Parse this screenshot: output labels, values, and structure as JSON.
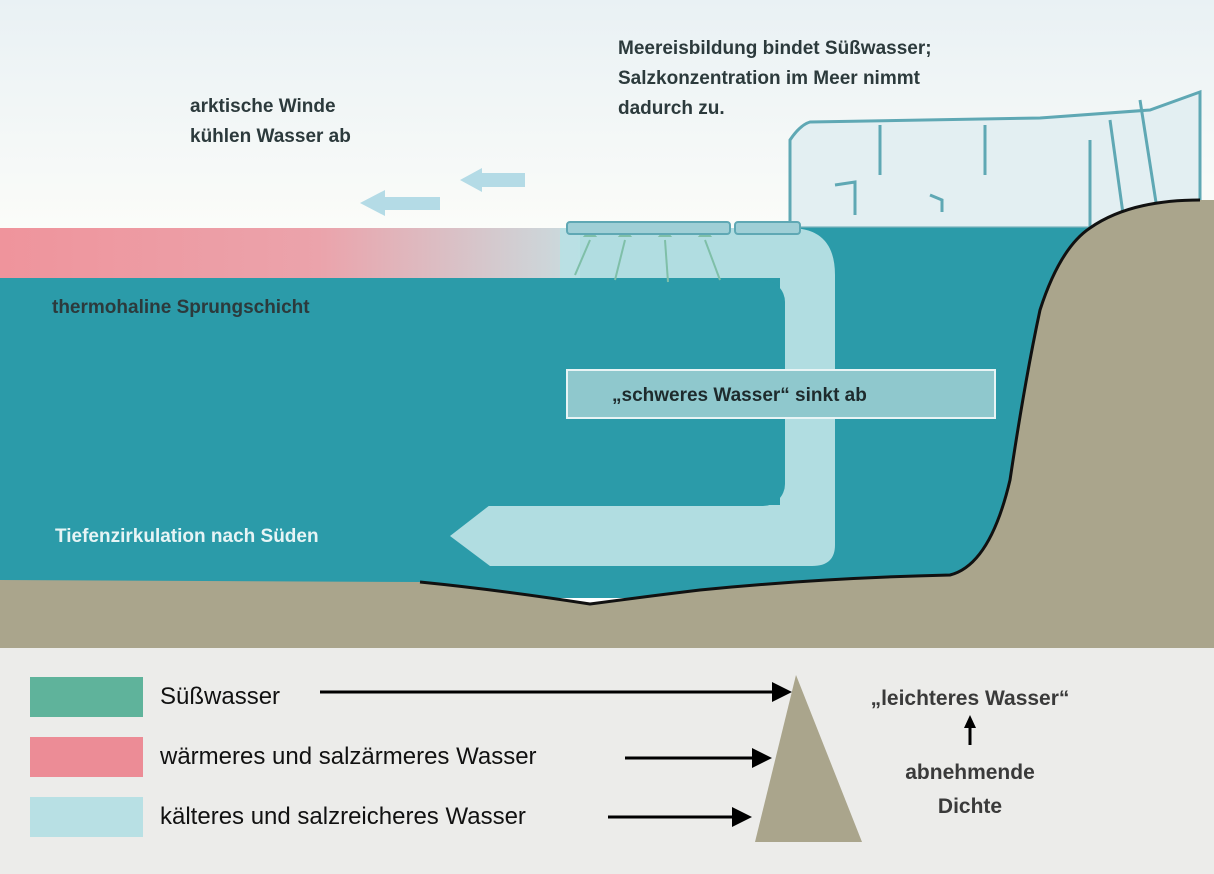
{
  "labels": {
    "winds_line1": "arktische Winde",
    "winds_line2": "kühlen Wasser ab",
    "sea_ice_line1": "Meereisbildung bindet Süßwasser;",
    "sea_ice_line2": "Salzkonzentration im Meer nimmt",
    "sea_ice_line3": "dadurch zu.",
    "thermocline": "thermohaline Sprungschicht",
    "heavy_water": "„schweres Wasser“ sinkt ab",
    "deep_circulation": "Tiefenzirkulation nach Süden"
  },
  "legend": {
    "items": [
      {
        "label": "Süßwasser",
        "color": "#5fb39b"
      },
      {
        "label": "wärmeres und salzärmeres Wasser",
        "color": "#ec8c96"
      },
      {
        "label": "kälteres und salzreicheres Wasser",
        "color": "#b8e0e4"
      }
    ],
    "density_top": "„leichteres Wasser“",
    "density_line1": "abnehmende",
    "density_line2": "Dichte"
  },
  "colors": {
    "water": "#2b9ba9",
    "land": "#aaa58c",
    "cold_water": "#b8e0e4",
    "warm_water": "#ec8c96",
    "legend_bg": "#ececea"
  }
}
